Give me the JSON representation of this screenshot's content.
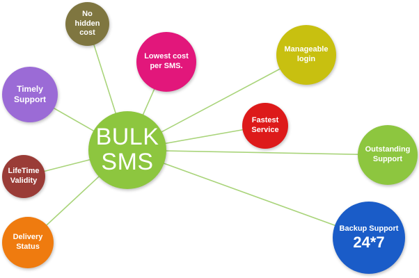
{
  "hub": {
    "line1": "BULK",
    "line2": "SMS",
    "color": "#8dc63f"
  },
  "nodes": {
    "no_hidden_cost": {
      "lines": [
        "No",
        "hidden",
        "cost"
      ],
      "color": "#7f7640"
    },
    "timely_support": {
      "lines": [
        "Timely",
        "Support"
      ],
      "color": "#9b6bd6"
    },
    "lowest_cost": {
      "lines": [
        "Lowest cost",
        "per SMS."
      ],
      "color": "#e2177b"
    },
    "manageable_login": {
      "lines": [
        "Manageable",
        "login"
      ],
      "color": "#c8c010"
    },
    "fastest_service": {
      "lines": [
        "Fastest",
        "Service"
      ],
      "color": "#dd1a1a"
    },
    "outstanding_support": {
      "lines": [
        "Outstanding",
        "Support"
      ],
      "color": "#8dc63f"
    },
    "lifetime_validity": {
      "lines": [
        "LifeTime",
        "Validity"
      ],
      "color": "#9a3c37"
    },
    "delivery_status": {
      "lines": [
        "Delivery",
        "Status"
      ],
      "color": "#ef7b0f"
    },
    "backup_support": {
      "lines": [
        "Backup Support",
        "24*7"
      ],
      "color": "#1a5cc8"
    }
  },
  "connector_color": "#a9d47a"
}
